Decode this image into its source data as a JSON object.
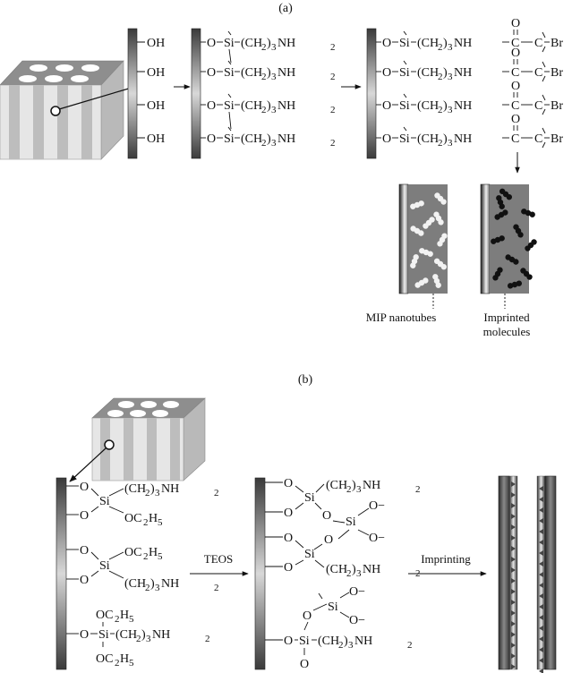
{
  "panel_a": {
    "label": "(a)",
    "hydroxyl": "OH",
    "amino": {
      "o": "O",
      "si": "Si",
      "chain": "(CH",
      "sub2": "2",
      "close": ")",
      "sub3": "3",
      "nh": "NH",
      "sub_nh": "2"
    },
    "bromo": {
      "o": "O",
      "si": "Si",
      "chain": "(CH",
      "sub2": "2",
      "close": ")",
      "sub3": "3",
      "nh": "NH",
      "c1": "C",
      "c2": "C",
      "oxygen": "O",
      "br": "Br"
    },
    "mip_label": "MIP nanotubes",
    "imprinted_label_line1": "Imprinted",
    "imprinted_label_line2": "molecules"
  },
  "panel_b": {
    "label": "(b)",
    "step1": "TEOS",
    "step2": "Imprinting",
    "o": "O",
    "si": "Si",
    "ethoxy": "OC",
    "ethoxy_sub2": "2",
    "ethoxy_h": "H",
    "ethoxy_sub5": "5",
    "chain": "(CH",
    "sub2": "2",
    "close": ")",
    "sub3": "3",
    "nh": "NH",
    "sub_nh": "2",
    "o_dash": "O−"
  }
}
